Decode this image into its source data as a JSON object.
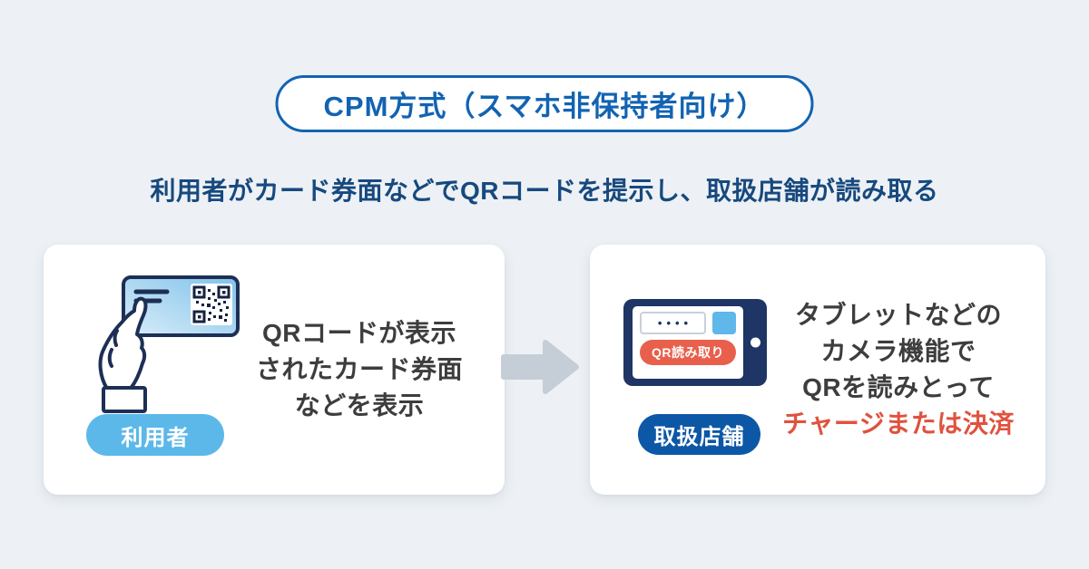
{
  "title": {
    "label": "CPM方式（スマホ非保持者向け）"
  },
  "subtitle": "利用者がカード券面などでQRコードを提示し、取扱店舗が読み取る",
  "user_card": {
    "badge": "利用者",
    "text_lines": [
      "QRコードが表示",
      "されたカード券面",
      "などを表示"
    ]
  },
  "merchant_card": {
    "badge": "取扱店舗",
    "text_lines": [
      "タブレットなどの",
      "カメラ機能で",
      "QRを読みとって"
    ],
    "highlight_text": "チャージまたは決済",
    "tablet": {
      "scan_button_label": "QR読み取り",
      "pan_dots": "••••"
    }
  },
  "colors": {
    "background": "#edf1f5",
    "accent_blue": "#1263b2",
    "subtitle_navy": "#17497e",
    "body_text": "#3d3d3d",
    "user_badge_blue": "#5cb8e9",
    "merchant_badge_blue": "#0d57a7",
    "alert_red": "#e0523f",
    "scan_button_red": "#e8604c",
    "arrow_gray": "#c5ced7",
    "illustration_navy": "#1d2f55"
  }
}
